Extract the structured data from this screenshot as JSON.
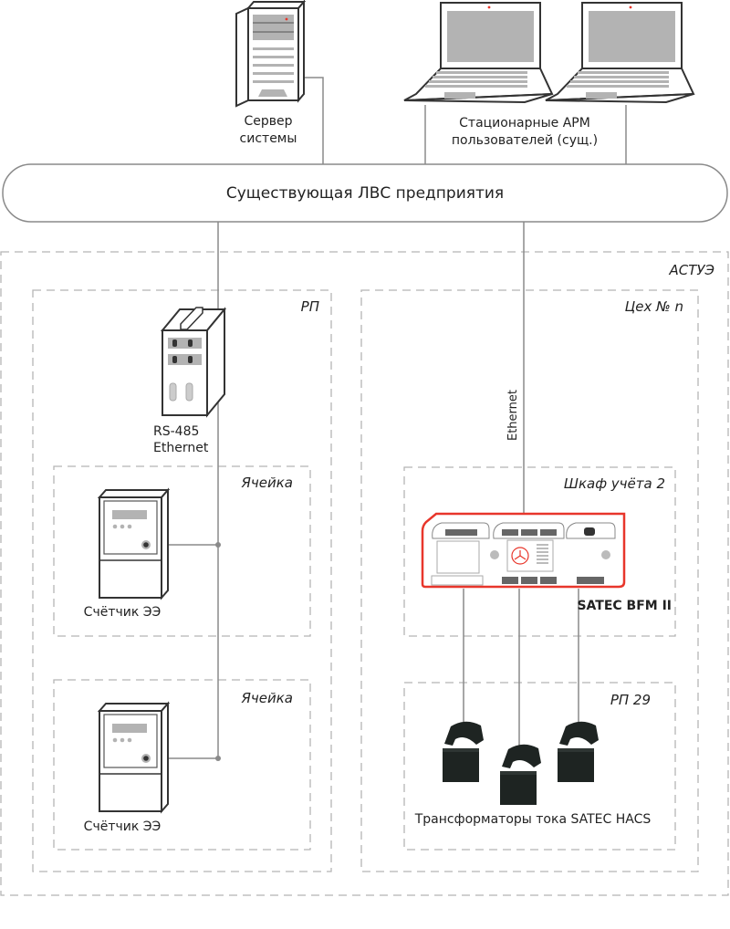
{
  "nodes": {
    "server": {
      "label_line1": "Сервер",
      "label_line2": "системы"
    },
    "workstations": {
      "label_line1": "Стационарные АРМ",
      "label_line2": "пользователей (сущ.)"
    },
    "lan": {
      "label": "Существующая ЛВС предприятия"
    },
    "converter": {
      "label_line1": "RS-485",
      "label_line2": "Ethernet"
    },
    "meter1": {
      "label": "Счётчик ЭЭ"
    },
    "meter2": {
      "label": "Счётчик ЭЭ"
    },
    "bfm": {
      "label": "SATEC BFM II"
    },
    "cts": {
      "label": "Трансформаторы тока SATEC HACS"
    }
  },
  "zones": {
    "astue": "АСТУЭ",
    "rp": "РП",
    "cell1": "Ячейка",
    "cell2": "Ячейка",
    "workshop": "Цех № n",
    "cabinet": "Шкаф учёта 2",
    "rp29": "РП 29"
  },
  "links": {
    "ethernet_label": "Ethernet"
  },
  "colors": {
    "accent": "#e8362b",
    "line": "#8a8a8a",
    "dash": "#b5b5b5",
    "device_gray": "#b3b3b3",
    "ct_black": "#1e2422"
  }
}
